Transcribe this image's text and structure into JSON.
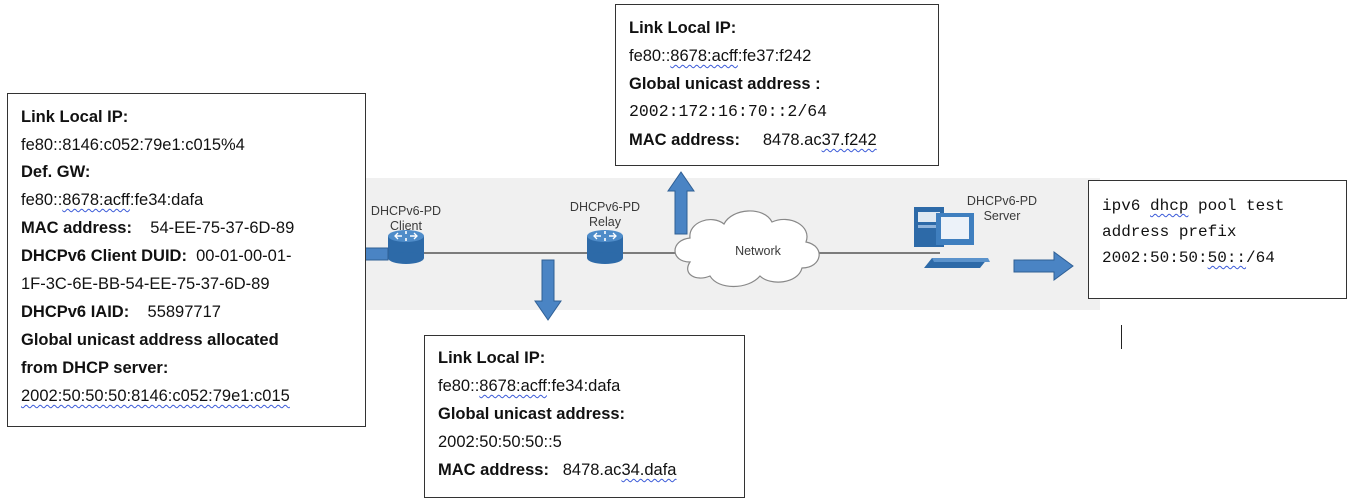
{
  "colors": {
    "arrow": "#4a84c4",
    "arrow_edge": "#2f5f95",
    "device": "#3575b3",
    "band": "#f0f0f0"
  },
  "client_box": {
    "ll_label": "Link Local IP:",
    "ll_value": "fe80::8146:c052:79e1:c015%4",
    "gw_label": "Def. GW:",
    "gw_pre": "fe80::",
    "gw_sq": "8678:acff",
    "gw_post": ":fe34:dafa",
    "mac_label": "MAC address:",
    "mac_value": "54-EE-75-37-6D-89",
    "duid_label": "DHCPv6 Client DUID:",
    "duid_value1": "00-01-00-01-",
    "duid_value2": "1F-3C-6E-BB-54-EE-75-37-6D-89",
    "iaid_label": "DHCPv6 IAID:",
    "iaid_value": "55897717",
    "alloc_label1": "Global unicast address allocated",
    "alloc_label2": "from DHCP server:",
    "alloc_value": "2002:50:50:50:8146:c052:79e1:c015"
  },
  "server_box": {
    "ll_label": "Link Local IP:",
    "ll_pre": "fe80::",
    "ll_sq": "8678:acff",
    "ll_post": ":fe37:f242",
    "gua_label": "Global unicast address :",
    "gua_value": "2002:172:16:70::2/64",
    "mac_label": "MAC address:",
    "mac_pre": "8478.ac",
    "mac_sq": "37.f242"
  },
  "relay_box": {
    "ll_label": "Link Local IP:",
    "ll_pre": "fe80::",
    "ll_sq": "8678:acff",
    "ll_post": ":fe34:dafa",
    "gua_label": "Global unicast address:",
    "gua_value": "2002:50:50:50::5",
    "mac_label": "MAC address:",
    "mac_pre": "8478.ac",
    "mac_sq": "34.dafa"
  },
  "config_box": {
    "line1_pre": "ipv6 ",
    "line1_sq": "dhcp",
    "line1_post": " pool test",
    "line2": "address prefix",
    "line3_pre": "2002:50:50:",
    "line3_sq": "50::",
    "line3_post": "/64"
  },
  "diagram": {
    "client_label1": "DHCPv6-PD",
    "client_label2": "Client",
    "relay_label1": "DHCPv6-PD",
    "relay_label2": "Relay",
    "network_label": "Network",
    "server_label1": "DHCPv6-PD",
    "server_label2": "Server"
  },
  "icons": {
    "router": "router-icon",
    "cloud": "cloud-icon",
    "server": "server-computer-icon"
  }
}
